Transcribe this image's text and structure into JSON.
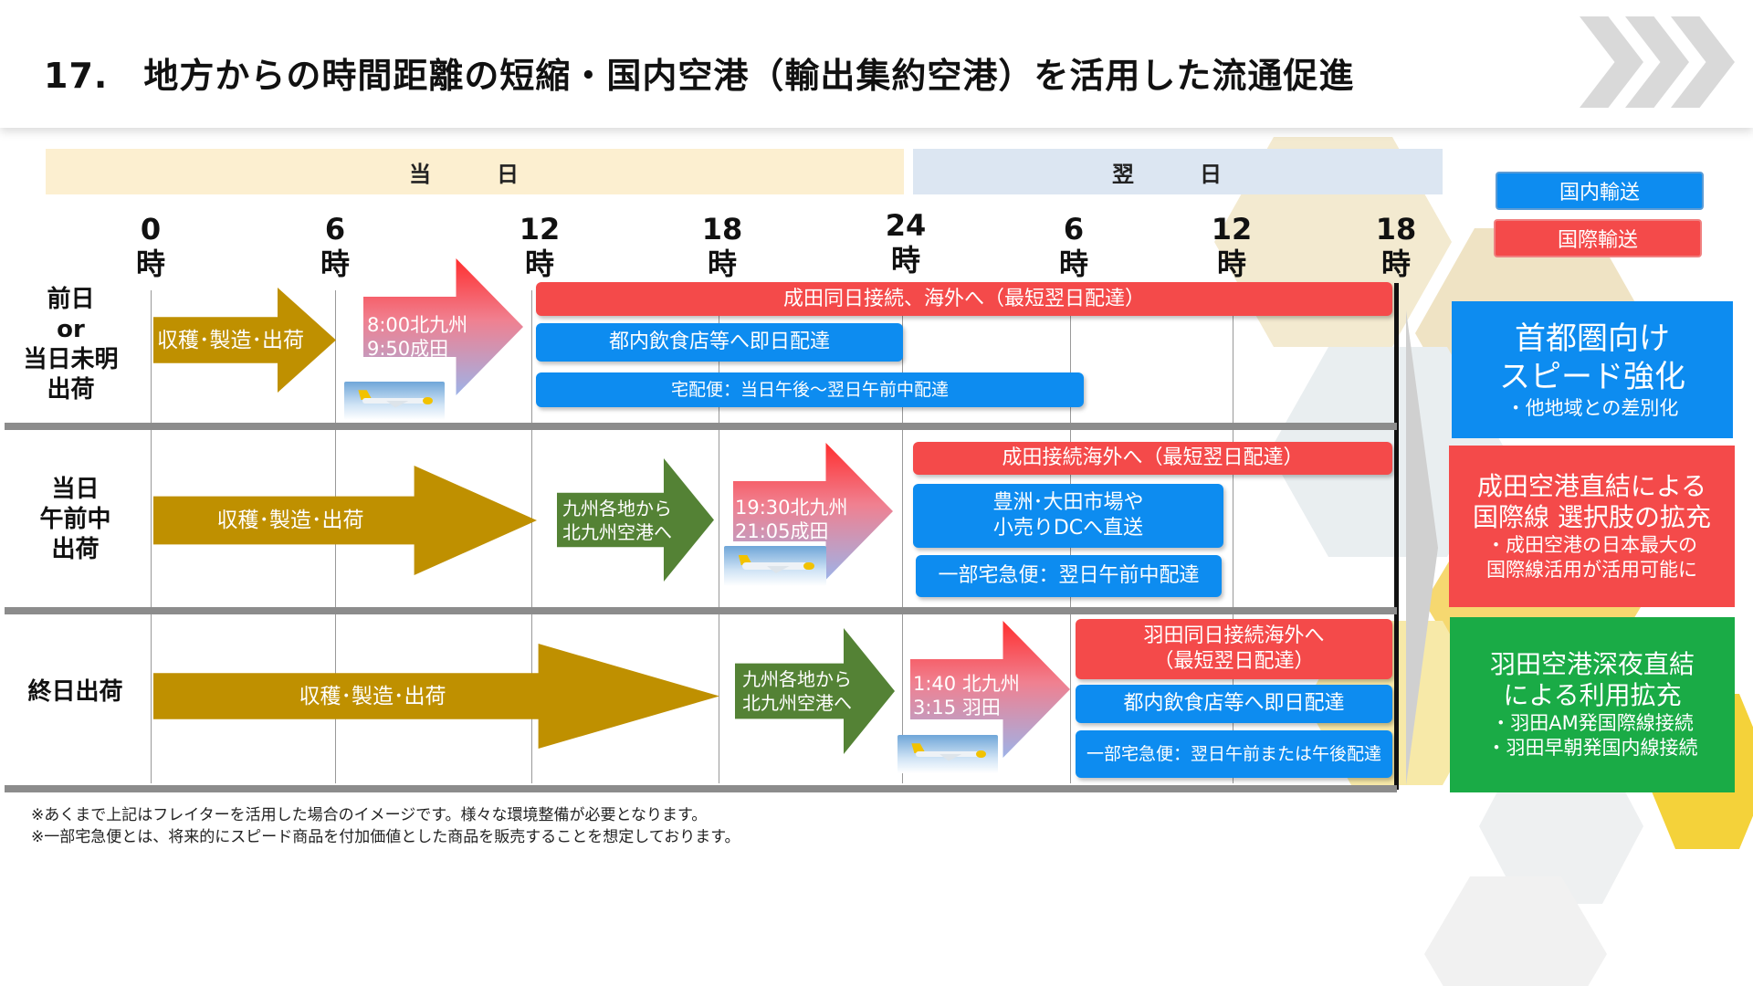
{
  "title": "17.　地方からの時間距離の短縮・国内空港（輸出集約空港）を活用した流通促進",
  "day_bands": [
    "当　日",
    "翌　日"
  ],
  "hours": [
    "0",
    "6",
    "12",
    "18",
    "24",
    "6",
    "12",
    "18"
  ],
  "hour_unit": "時",
  "legend": [
    {
      "label": "国内輸送",
      "color": "#0d8cf0"
    },
    {
      "label": "国際輸送",
      "color": "#f44a4a"
    }
  ],
  "rows": [
    {
      "label": [
        "前日",
        "or",
        "当日未明",
        "出荷"
      ],
      "gold_arrow": "収穫･製造･出荷",
      "flight": [
        "8:00北九州",
        "9:50成田"
      ],
      "bars": [
        "成田同日接続、海外へ（最短翌日配達）",
        "都内飲食店等へ即日配達",
        "宅配便：当日午後～翌日午前中配達"
      ]
    },
    {
      "label": [
        "当日",
        "午前中",
        "出荷"
      ],
      "gold_arrow": "収穫･製造･出荷",
      "green_arrow": [
        "九州各地から",
        "北九州空港へ"
      ],
      "flight": [
        "19:30北九州",
        "21:05成田"
      ],
      "bars": [
        "成田接続海外へ（最短翌日配達）",
        [
          "豊洲･大田市場や",
          "小売りDCへ直送"
        ],
        "一部宅急便：翌日午前中配達"
      ]
    },
    {
      "label": [
        "終日出荷"
      ],
      "gold_arrow": "収穫･製造･出荷",
      "green_arrow": [
        "九州各地から",
        "北九州空港へ"
      ],
      "flight": [
        "1:40 北九州",
        "3:15 羽田"
      ],
      "bars": [
        [
          "羽田同日接続海外へ",
          "（最短翌日配達）"
        ],
        "都内飲食店等へ即日配達",
        "一部宅急便：翌日午前または午後配達"
      ]
    }
  ],
  "results": [
    {
      "heading": [
        "首都圏向け",
        "スピード強化"
      ],
      "sub": [
        "・他地域との差別化"
      ],
      "color": "#0d8cf0"
    },
    {
      "heading": [
        "成田空港直結による",
        "国際線 選択肢の拡充"
      ],
      "sub": [
        "・成田空港の日本最大の",
        "国際線活用が活用可能に"
      ],
      "color": "#f44a4a"
    },
    {
      "heading": [
        "羽田空港深夜直結",
        "による利用拡充"
      ],
      "sub": [
        "・羽田AM発国際線接続",
        "・羽田早朝発国内線接続"
      ],
      "color": "#1aab46"
    }
  ],
  "notes": [
    "※あくまで上記はフレイターを活用した場合のイメージです。様々な環境整備が必要となります。",
    "※一部宅急便とは、将来的にスピード商品を付加価値とした商品を販売することを想定しております。"
  ]
}
